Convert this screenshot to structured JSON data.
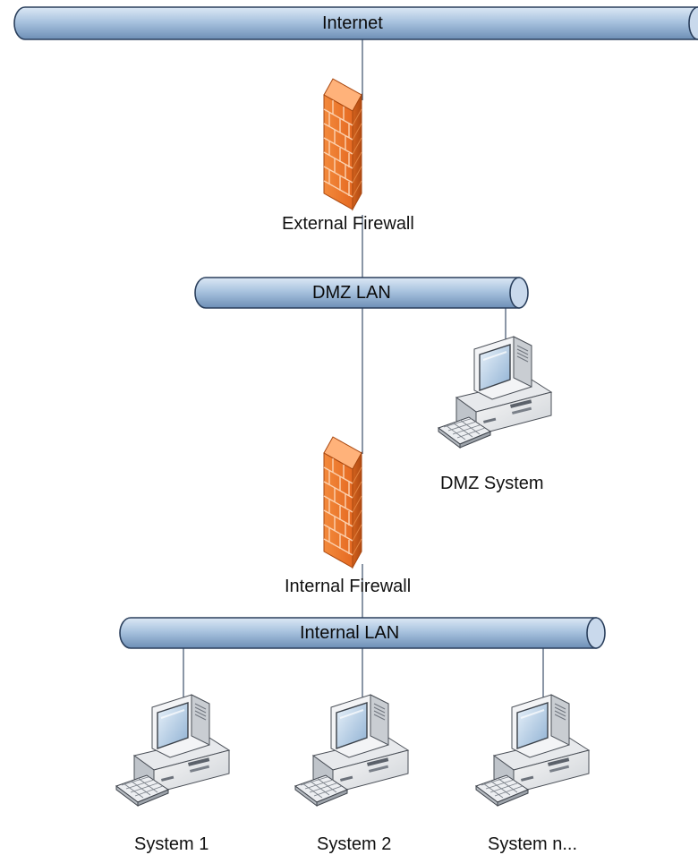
{
  "buses": {
    "internet": "Internet",
    "dmz_lan": "DMZ LAN",
    "internal_lan": "Internal LAN"
  },
  "firewalls": {
    "external": "External Firewall",
    "internal": "Internal Firewall"
  },
  "systems": {
    "dmz": "DMZ System",
    "system_1": "System 1",
    "system_2": "System 2",
    "system_n": "System n..."
  },
  "colors": {
    "bus_fill": "#9bb8d8",
    "bus_stroke": "#2a3f5c",
    "firewall_front": "#f07a2f",
    "firewall_side": "#c4571a",
    "firewall_top": "#ffb27a",
    "brick_line": "#fcd2b0",
    "link_line": "#3d4f6b"
  },
  "icons": {
    "firewall": "firewall-brick-wall-icon",
    "computer": "desktop-computer-icon"
  }
}
